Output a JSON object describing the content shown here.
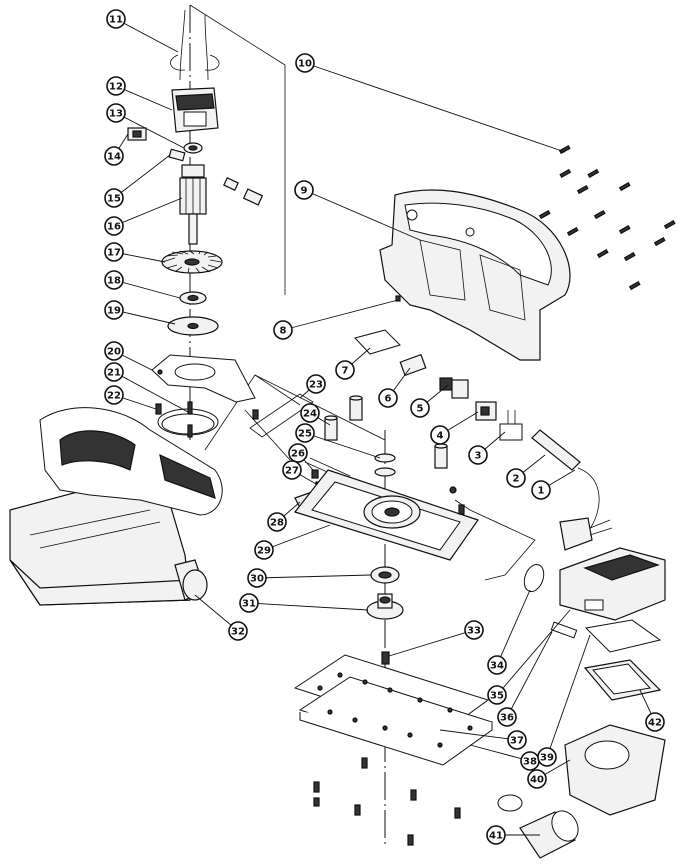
{
  "callouts": [
    "1",
    "2",
    "3",
    "4",
    "5",
    "6",
    "7",
    "8",
    "9",
    "10",
    "11",
    "12",
    "13",
    "14",
    "15",
    "16",
    "17",
    "18",
    "19",
    "20",
    "21",
    "22",
    "23",
    "24",
    "25",
    "26",
    "27",
    "28",
    "29",
    "30",
    "31",
    "32",
    "33",
    "34",
    "35",
    "36",
    "37",
    "38",
    "39",
    "40",
    "41",
    "42"
  ]
}
